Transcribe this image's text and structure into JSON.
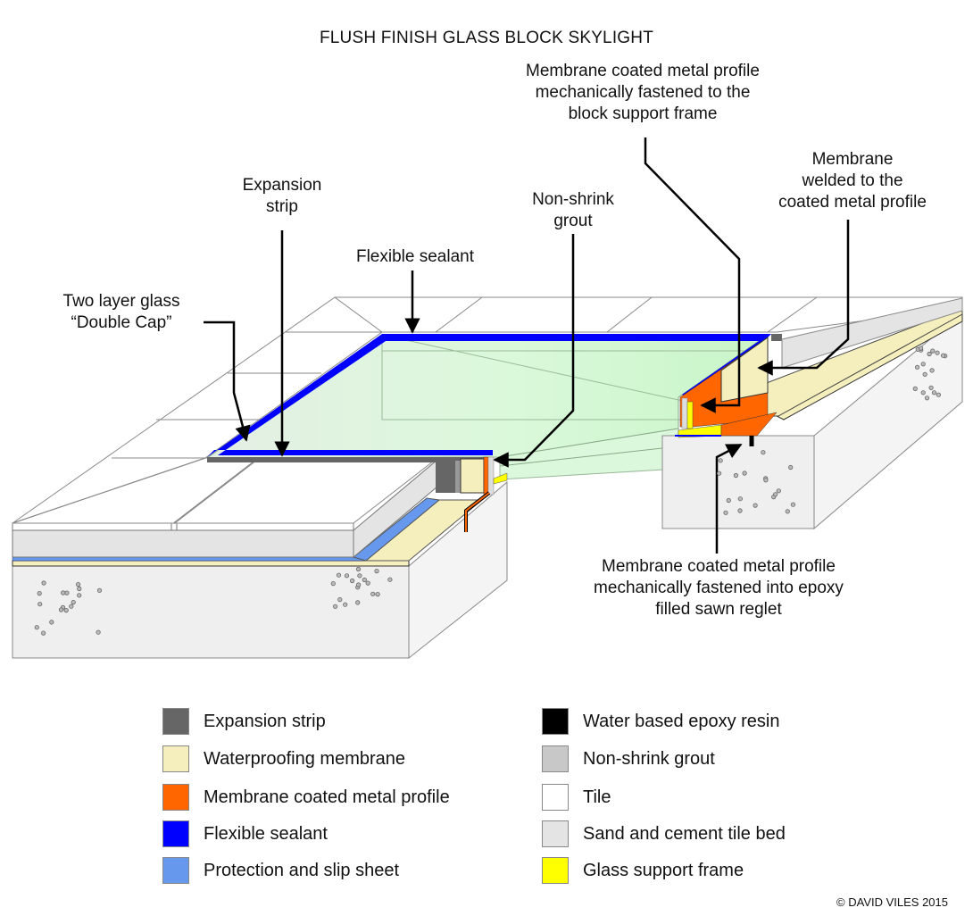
{
  "title": "FLUSH FINISH GLASS BLOCK SKYLIGHT",
  "callouts": {
    "profile_to_frame": "Membrane coated metal profile\nmechanically fastened to the\nblock support frame",
    "membrane_welded": "Membrane\nwelded to the\ncoated metal profile",
    "expansion_strip": "Expansion\nstrip",
    "non_shrink_grout": "Non-shrink\ngrout",
    "flexible_sealant": "Flexible sealant",
    "double_cap": "Two layer glass\n“Double Cap”",
    "profile_to_reglet": "Membrane coated metal profile\nmechanically fastened into epoxy\nfilled sawn reglet"
  },
  "legend": {
    "left": [
      {
        "label": "Expansion strip",
        "color": "#666666"
      },
      {
        "label": "Waterproofing membrane",
        "color": "#f5efbd"
      },
      {
        "label": "Membrane coated metal profile",
        "color": "#ff6600"
      },
      {
        "label": "Flexible sealant",
        "color": "#0000ff"
      },
      {
        "label": "Protection and slip sheet",
        "color": "#6699ee"
      }
    ],
    "right": [
      {
        "label": "Water based epoxy resin",
        "color": "#000000"
      },
      {
        "label": "Non-shrink grout",
        "color": "#c8c8c8"
      },
      {
        "label": "Tile",
        "color": "#ffffff"
      },
      {
        "label": "Sand and cement tile bed",
        "color": "#e4e4e4"
      },
      {
        "label": "Glass support frame",
        "color": "#ffff00"
      }
    ]
  },
  "copyright": "© DAVID VILES 2015",
  "colors": {
    "glass": "#d6f7d6",
    "concrete": "#eeeeee",
    "tile_bed": "#e4e4e4",
    "membrane": "#f5efbd",
    "sealant": "#0000ff",
    "profile": "#ff6600",
    "frame": "#ffff00",
    "expansion": "#666666",
    "slip_sheet": "#6699ee"
  }
}
